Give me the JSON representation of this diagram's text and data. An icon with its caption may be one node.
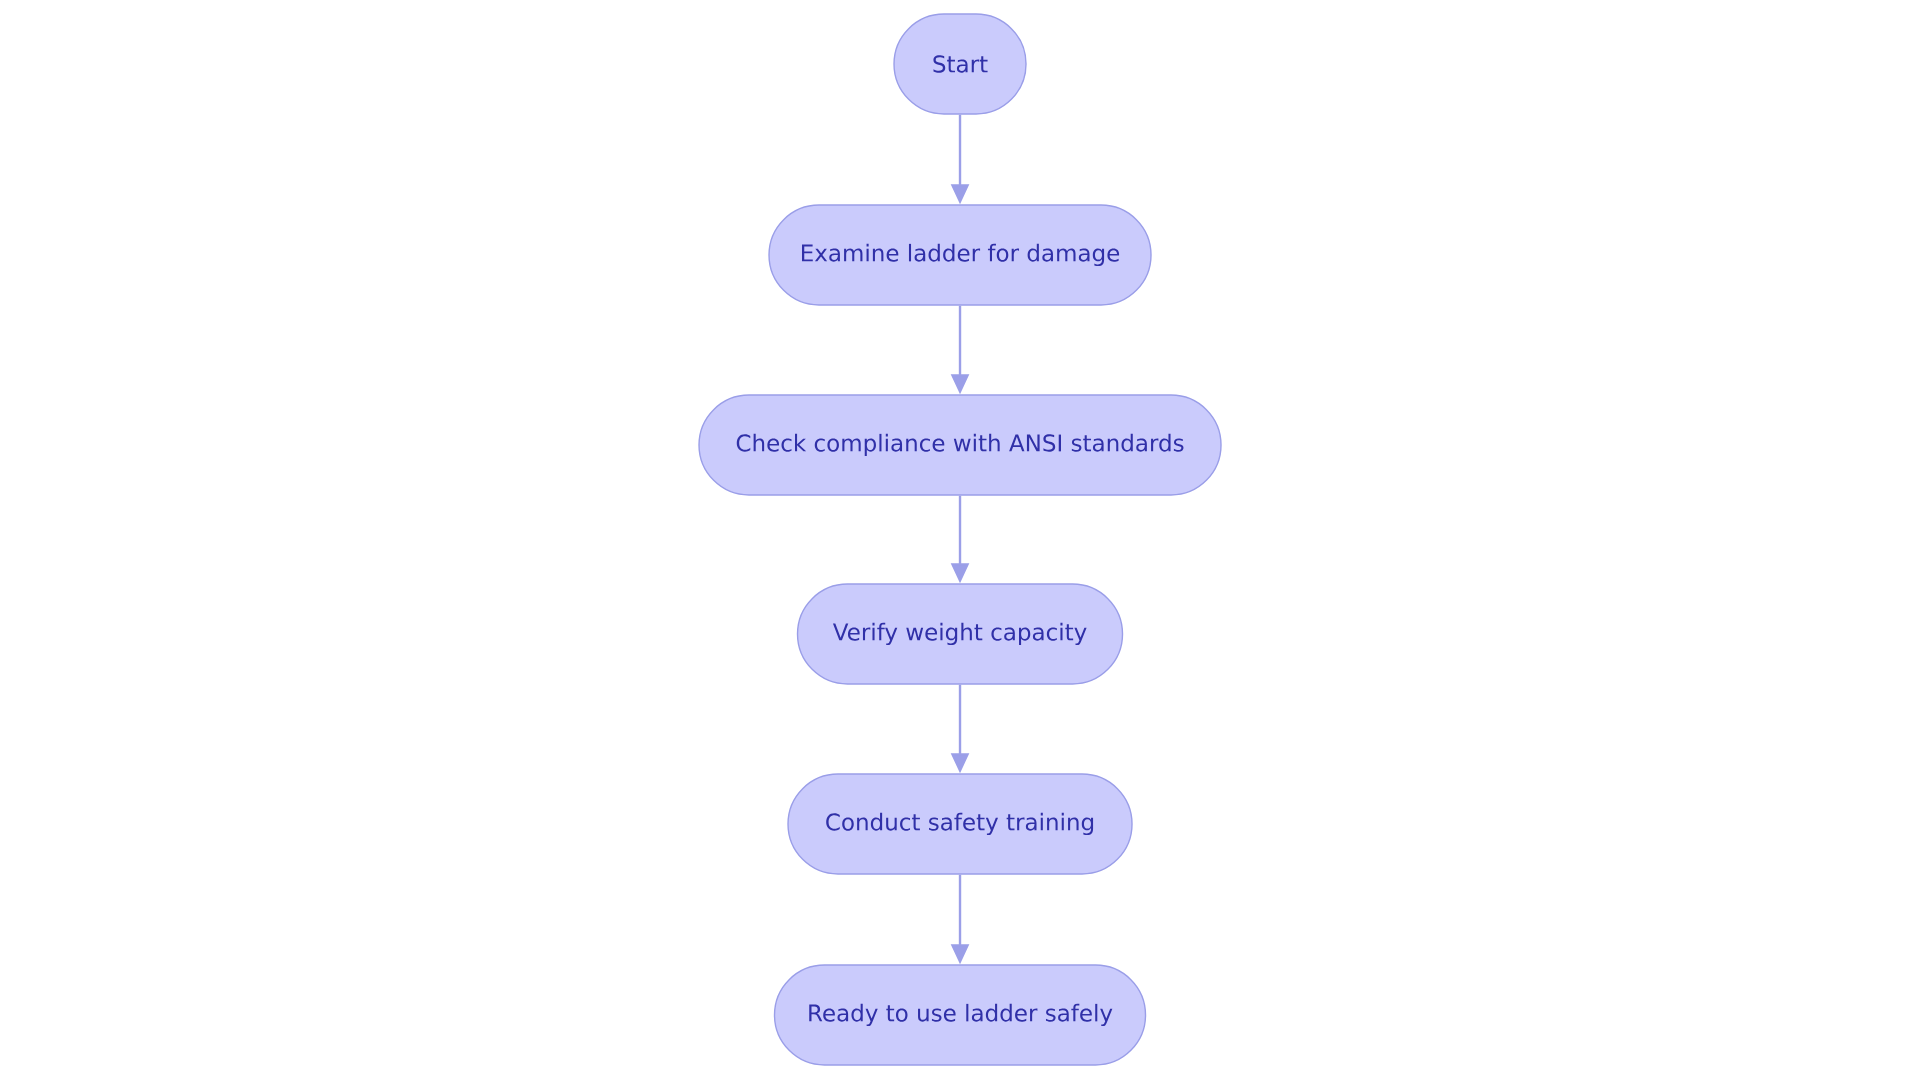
{
  "diagram": {
    "nodes": [
      {
        "text": [
          "Start"
        ]
      },
      {
        "text": [
          "Examine ladder for damage"
        ]
      },
      {
        "text": [
          "Check compliance with ANSI standards"
        ]
      },
      {
        "text": [
          "Verify weight capacity"
        ]
      },
      {
        "text": [
          "Conduct safety training"
        ]
      },
      {
        "text": [
          "Ready to use ladder safely"
        ]
      }
    ],
    "edges": [
      {
        "from": 0,
        "to": 1,
        "arrow": "to"
      },
      {
        "from": 1,
        "to": 2,
        "arrow": "to"
      },
      {
        "from": 2,
        "to": 3,
        "arrow": "to"
      },
      {
        "from": 3,
        "to": 4,
        "arrow": "to"
      },
      {
        "from": 4,
        "to": 5,
        "arrow": "to"
      }
    ]
  }
}
